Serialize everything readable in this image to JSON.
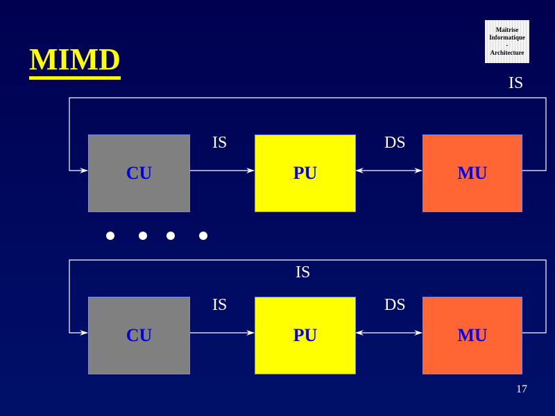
{
  "title": "MIMD",
  "logo": {
    "line1": "Maîtrise",
    "line2": "Informatique",
    "line3": "-",
    "line4": "Architecture"
  },
  "top": {
    "loop_label": "IS",
    "cu": "CU",
    "pu": "PU",
    "mu": "MU",
    "cu_pu_label": "IS",
    "pu_mu_label": "DS"
  },
  "bottom": {
    "loop_label": "IS",
    "cu": "CU",
    "pu": "PU",
    "mu": "MU",
    "cu_pu_label": "IS",
    "pu_mu_label": "DS"
  },
  "page_number": "17",
  "colors": {
    "cu": "#808080",
    "pu": "#ffff00",
    "mu": "#ff6633",
    "text": "#0000ee"
  }
}
